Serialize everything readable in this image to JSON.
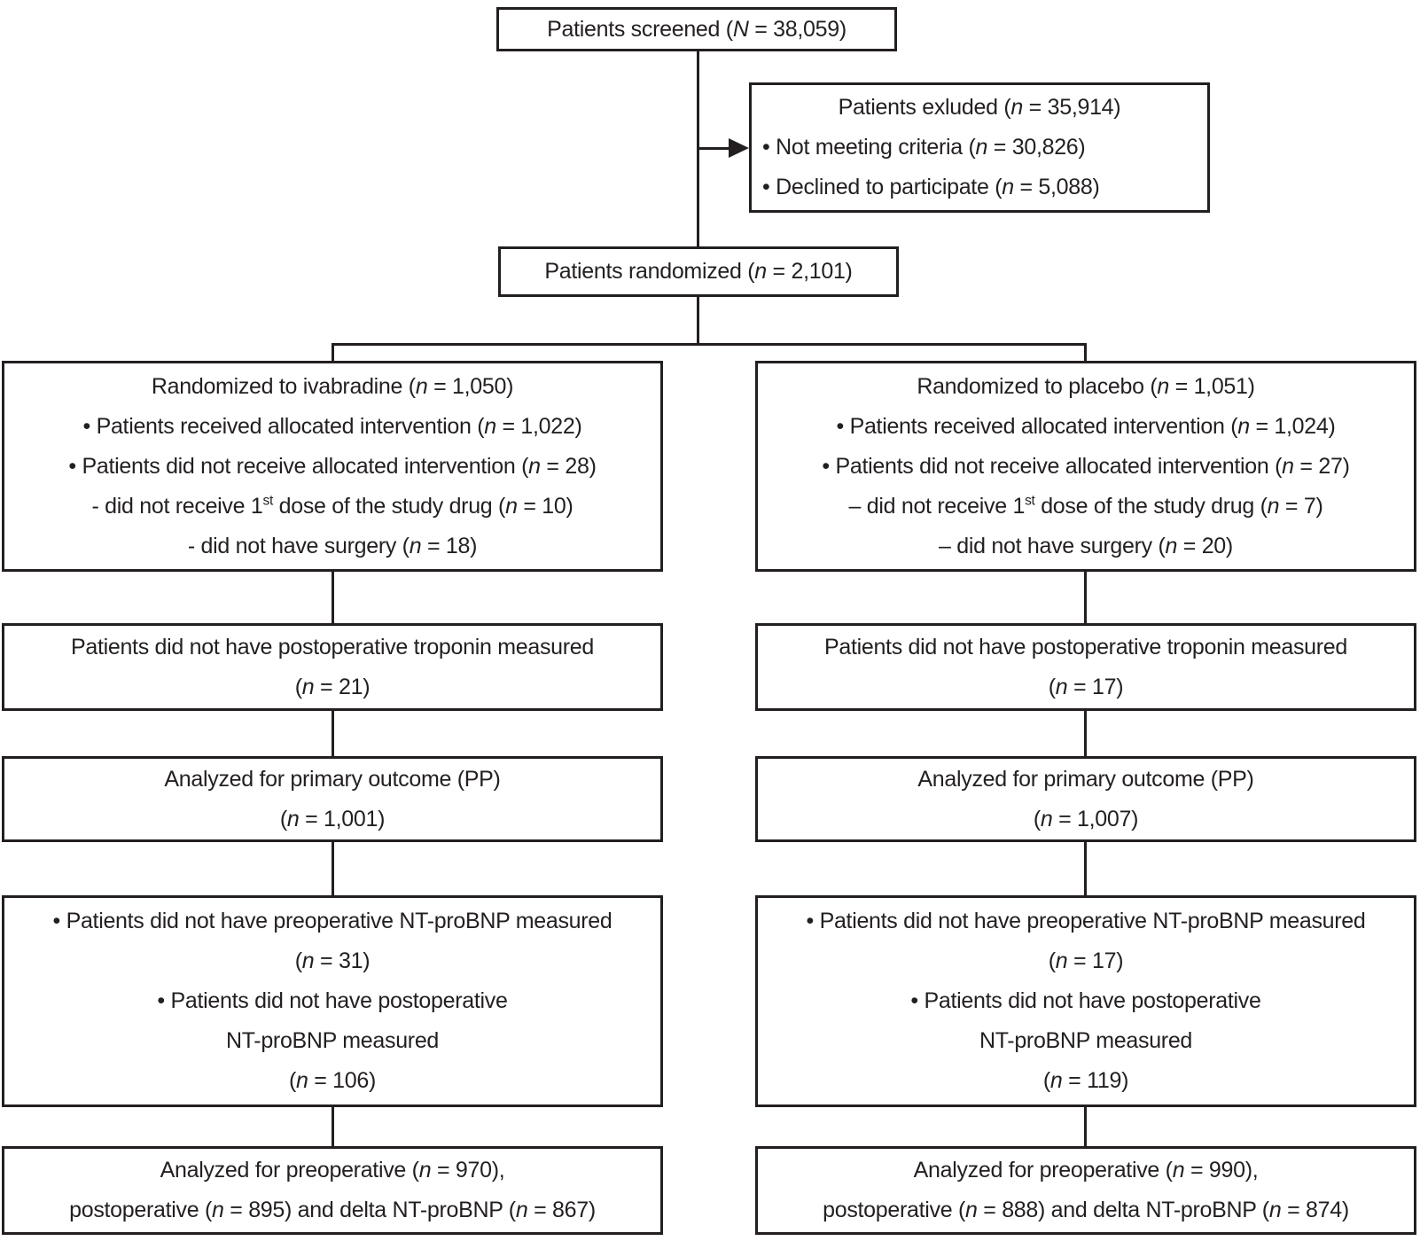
{
  "colors": {
    "ink": "#231f20",
    "background": "#ffffff"
  },
  "flow": {
    "screened": "Patients screened (N = 38,059)",
    "excluded": {
      "title": "Patients exluded (n = 35,914)",
      "items": [
        "• Not meeting criteria (n = 30,826)",
        "• Declined to participate (n = 5,088)"
      ]
    },
    "randomized": "Patients randomized (n = 2,101)",
    "arms": [
      {
        "name": "ivabradine",
        "allocation": [
          "Randomized to ivabradine (n = 1,050)",
          "• Patients received allocated intervention (n = 1,022)",
          "• Patients did not receive allocated intervention (n = 28)",
          "- did not receive 1st dose of the study drug (n = 10)",
          "- did not have surgery (n = 18)"
        ],
        "troponin": [
          "Patients did not have postoperative troponin measured",
          "(n = 21)"
        ],
        "primary": [
          "Analyzed for primary outcome (PP)",
          "(n = 1,001)"
        ],
        "ntprobnp": [
          "• Patients did not have preoperative NT-proBNP measured",
          "(n = 31)",
          "• Patients did not have postoperative",
          "NT-proBNP measured",
          "(n = 106)"
        ],
        "final": [
          "Analyzed for preoperative (n = 970),",
          "postoperative (n = 895) and delta NT-proBNP (n = 867)"
        ]
      },
      {
        "name": "placebo",
        "allocation": [
          "Randomized to placebo (n = 1,051)",
          "• Patients received allocated intervention (n = 1,024)",
          "• Patients did not receive allocated intervention (n = 27)",
          "– did not receive 1st dose of the study drug (n = 7)",
          "– did not have surgery (n = 20)"
        ],
        "troponin": [
          "Patients did not have postoperative troponin measured",
          "(n = 17)"
        ],
        "primary": [
          "Analyzed for primary outcome (PP)",
          "(n = 1,007)"
        ],
        "ntprobnp": [
          "• Patients did not have preoperative NT-proBNP measured",
          "(n = 17)",
          "• Patients did not have postoperative",
          "NT-proBNP measured",
          "(n = 119)"
        ],
        "final": [
          "Analyzed for preoperative (n = 990),",
          "postoperative (n = 888) and delta NT-proBNP (n = 874)"
        ]
      }
    ]
  }
}
